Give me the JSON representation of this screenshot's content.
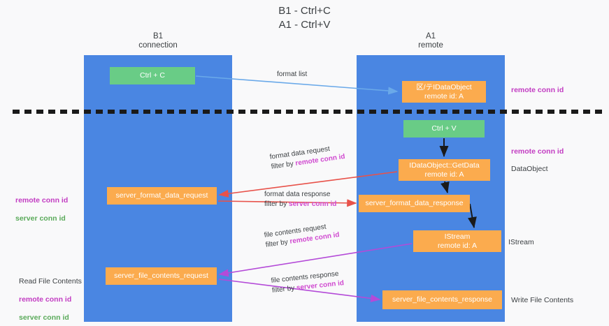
{
  "title": "B1 - Ctrl+C\nA1 - Ctrl+V",
  "columns": {
    "left": "B1\nconnection",
    "right": "A1\nremote"
  },
  "nodes": {
    "ctrl_c": "Ctrl + C",
    "idataobject": "区/テIDataObject\nremote id: A",
    "ctrl_v": "Ctrl + V",
    "getdata": "IDataObject::GetData\nremote id: A",
    "server_format_data_request": "server_format_data_request",
    "server_format_data_response": "server_format_data_response",
    "istream": "IStream\nremote id: A",
    "server_file_contents_request": "server_file_contents_request",
    "server_file_contents_response": "server_file_contents_response"
  },
  "arrow_labels": {
    "format_list": "format list",
    "format_data_request": "format data request",
    "format_data_request_filter_prefix": "filter by ",
    "format_data_request_filter_value": "remote conn id",
    "format_data_response": "format data response",
    "format_data_response_filter_prefix": "filter by ",
    "format_data_response_filter_value": "server conn id",
    "file_contents_request": "file contents request",
    "file_contents_request_filter_prefix": "filter by ",
    "file_contents_request_filter_value": "remote conn id",
    "file_contents_response": "file contents response",
    "file_contents_response_filter_prefix": "filter by ",
    "file_contents_response_filter_value": "server conn id"
  },
  "side_notes": {
    "left_remote_conn_id": "remote conn id",
    "left_server_conn_id": "server conn id",
    "read_file_contents": "Read File Contents",
    "left2_remote_conn_id": "remote conn id",
    "left2_server_conn_id": "server conn id",
    "right_remote_conn_id_top": "remote conn id",
    "right_remote_conn_id_mid": "remote conn id",
    "right_dataobject": "DataObject",
    "right_istream": "IStream",
    "right_write_file_contents": "Write File Contents"
  },
  "colors": {
    "lane": "#4a86e2",
    "node_green": "#69cc86",
    "node_orange": "#fbab4e",
    "accent_magenta": "#c23cc2",
    "accent_green": "#5aaa5a",
    "arrow_blue": "#6aa9e9",
    "arrow_red": "#e8524a",
    "arrow_purple": "#b44ad8",
    "arrow_black": "#1a1a1a",
    "divider": "#1a1a1a",
    "background": "#f9f9fa"
  }
}
